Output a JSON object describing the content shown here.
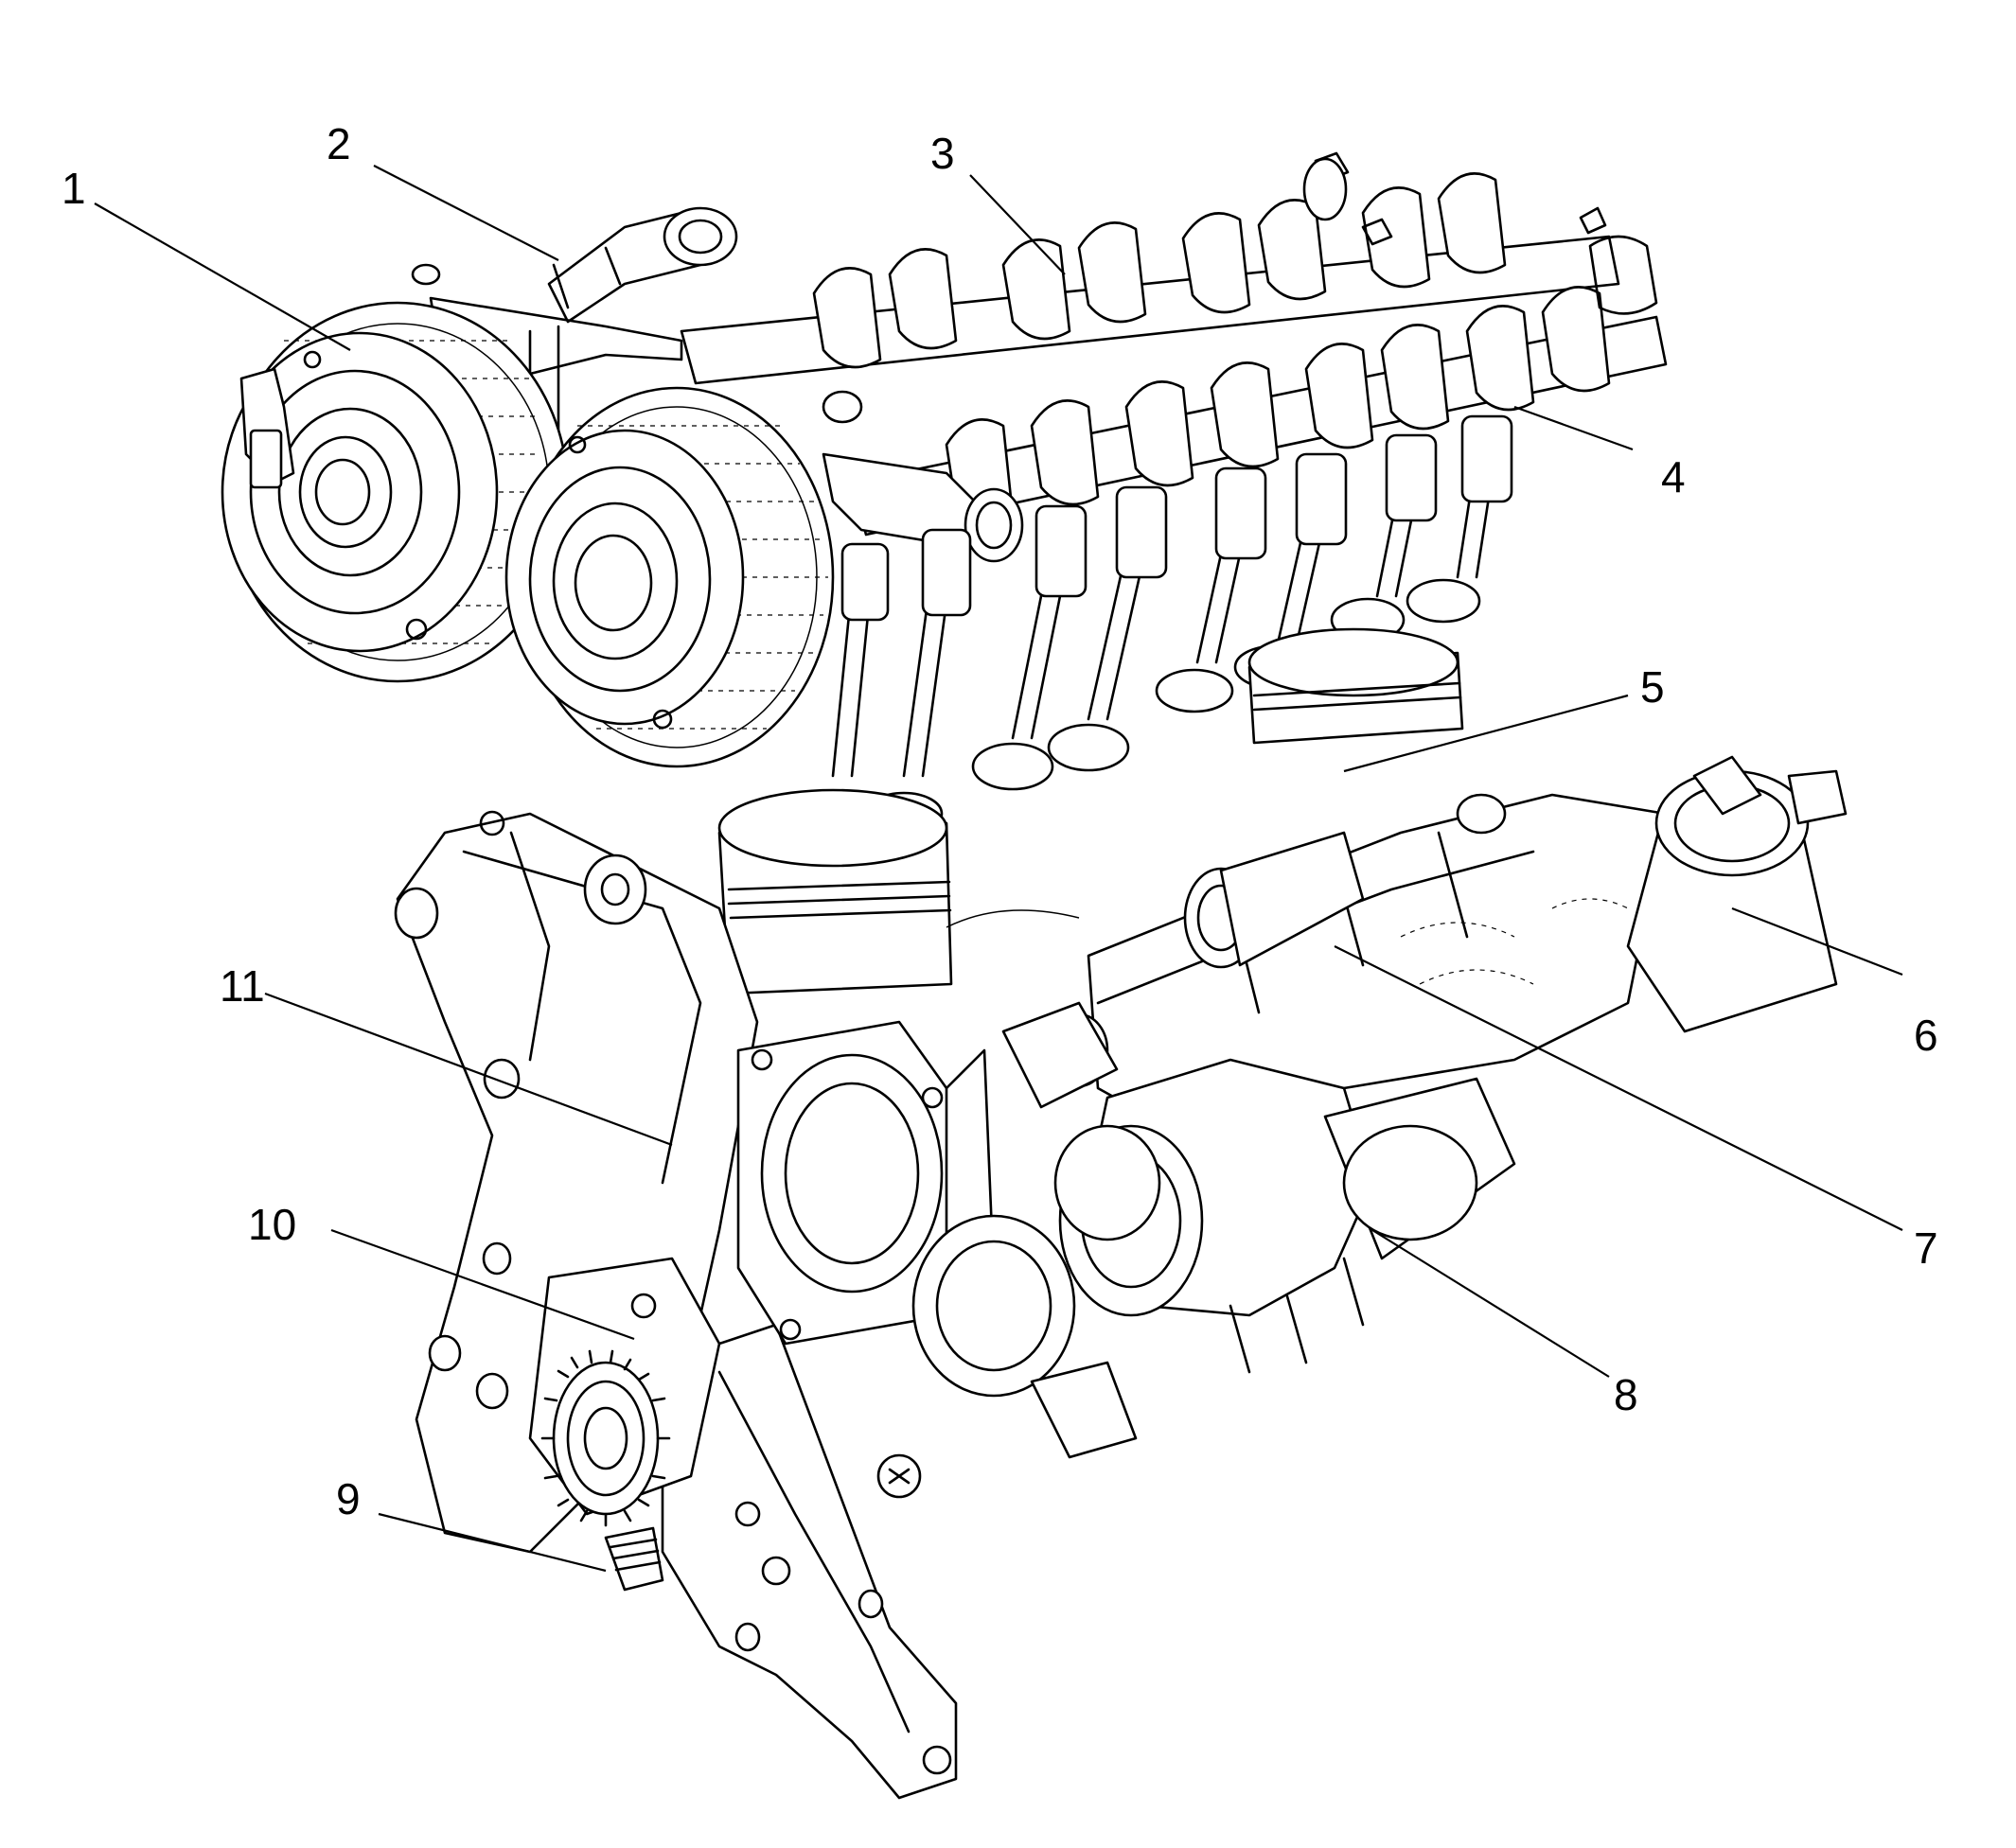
{
  "callouts": [
    "1",
    "2",
    "3",
    "4",
    "5",
    "6",
    "7",
    "8",
    "9",
    "10",
    "11"
  ],
  "colors": {
    "background": "#ffffff",
    "ink": "#000000"
  },
  "icons": [
    "exhaust-camshaft-actuator-icon",
    "intake-camshaft-actuator-icon",
    "camshaft-icon",
    "valve-icon",
    "piston-icon",
    "oil-filter-housing-icon",
    "intake-manifold-icon",
    "exhaust-manifold-icon",
    "oil-pump-sprocket-icon",
    "crankshaft-sprocket-icon"
  ]
}
